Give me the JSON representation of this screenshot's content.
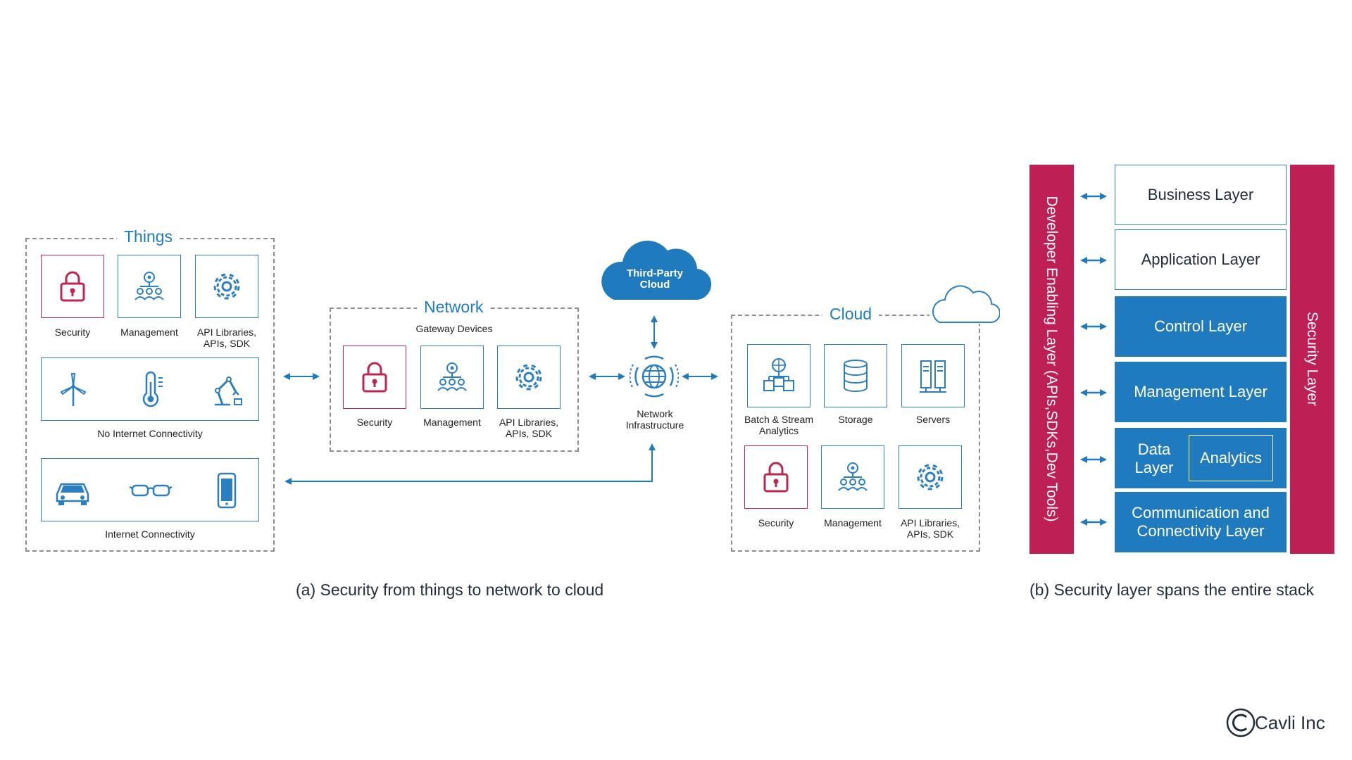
{
  "things": {
    "title": "Things",
    "security": "Security",
    "management": "Management",
    "api": "API Libraries,\nAPIs, SDK",
    "no_internet": "No Internet Connectivity",
    "internet": "Internet Connectivity"
  },
  "network": {
    "title": "Network",
    "subtitle": "Gateway Devices",
    "security": "Security",
    "management": "Management",
    "api": "API Libraries,\nAPIs, SDK"
  },
  "third_party": {
    "label": "Third-Party\nCloud"
  },
  "infra": {
    "label": "Network\nInfrastructure"
  },
  "cloud": {
    "title": "Cloud",
    "batch": "Batch & Stream\nAnalytics",
    "storage": "Storage",
    "servers": "Servers",
    "security": "Security",
    "management": "Management",
    "api": "API Libraries,\nAPIs, SDK"
  },
  "caption_a": "(a) Security from things to network to cloud",
  "stack": {
    "left_bar": "Developer Enabling Layer (APIs,SDKs,Dev Tools)",
    "right_bar": "Security Layer",
    "business": "Business Layer",
    "application": "Application Layer",
    "control": "Control Layer",
    "management": "Management Layer",
    "data": "Data\nLayer",
    "analytics": "Analytics",
    "communication": "Communication and\nConnectivity Layer"
  },
  "caption_b": "(b) Security layer spans the entire stack",
  "logo": {
    "text": "Cavli Inc"
  },
  "colors": {
    "blue": "#1f7bbd",
    "red": "#be1f55",
    "border": "#2b7fc0"
  }
}
